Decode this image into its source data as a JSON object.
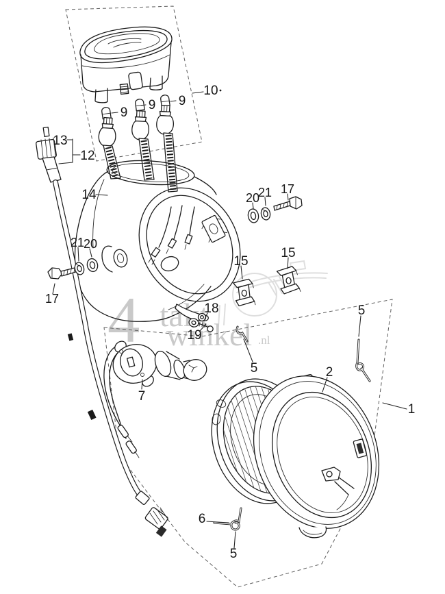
{
  "diagram": {
    "kind": "exploded-parts-diagram"
  },
  "watermark": {
    "numeral": "4",
    "word_top": "takt",
    "word_bottom": "winkel",
    "suffix": ".nl"
  },
  "part_labels": {
    "p1": "1",
    "p2": "2",
    "p5": "5",
    "p6": "6",
    "p7": "7",
    "p9": "9",
    "p10": "10",
    "p12": "12",
    "p13": "13",
    "p14": "14",
    "p15": "15",
    "p17": "17",
    "p18": "18",
    "p19": "19",
    "p20": "20",
    "p21": "21"
  },
  "colors": {
    "line": "#1b1b1b",
    "watermark": "#c9c9c9",
    "watermark_sketch": "#dedede",
    "background": "#ffffff",
    "dashed_box": "#5c5c5c"
  }
}
